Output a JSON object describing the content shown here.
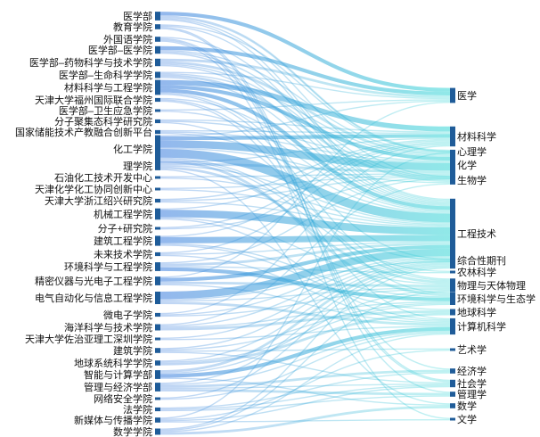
{
  "diagram": {
    "type": "sankey",
    "colors": {
      "node": "#1f5c99",
      "link_from": "#3b7dde",
      "link_to": "#36d6d6"
    },
    "left_nodes": [
      {
        "id": "L0",
        "label": "医学部"
      },
      {
        "id": "L1",
        "label": "教育学院"
      },
      {
        "id": "L2",
        "label": "外国语学院"
      },
      {
        "id": "L3",
        "label": "医学部–医学院"
      },
      {
        "id": "L4",
        "label": "医学部–药物科学与技术学院"
      },
      {
        "id": "L5",
        "label": "医学部–生命科学学院"
      },
      {
        "id": "L6",
        "label": "材料科学与工程学院"
      },
      {
        "id": "L7",
        "label": "天津大学福州国际联合学院"
      },
      {
        "id": "L8",
        "label": "医学部–卫生应急学院"
      },
      {
        "id": "L9",
        "label": "分子聚集态科学研究院"
      },
      {
        "id": "L10",
        "label": "国家储能技术产教融合创新平台"
      },
      {
        "id": "L11",
        "label": "化工学院"
      },
      {
        "id": "L12",
        "label": "理学院"
      },
      {
        "id": "L13",
        "label": "石油化工技术开发中心"
      },
      {
        "id": "L14",
        "label": "天津化学化工协同创新中心"
      },
      {
        "id": "L15",
        "label": "天津大学浙江绍兴研究院"
      },
      {
        "id": "L16",
        "label": "机械工程学院"
      },
      {
        "id": "L17",
        "label": "分子+研究院"
      },
      {
        "id": "L18",
        "label": "建筑工程学院"
      },
      {
        "id": "L19",
        "label": "未来技术学院"
      },
      {
        "id": "L20",
        "label": "环境科学与工程学院"
      },
      {
        "id": "L21",
        "label": "精密仪器与光电子工程学院"
      },
      {
        "id": "L22",
        "label": "电气自动化与信息工程学院"
      },
      {
        "id": "L23",
        "label": "微电子学院"
      },
      {
        "id": "L24",
        "label": "海洋科学与技术学院"
      },
      {
        "id": "L25",
        "label": "天津大学佐治亚理工深圳学院"
      },
      {
        "id": "L26",
        "label": "建筑学院"
      },
      {
        "id": "L27",
        "label": "地球系统科学学院"
      },
      {
        "id": "L28",
        "label": "智能与计算学部"
      },
      {
        "id": "L29",
        "label": "管理与经济学部"
      },
      {
        "id": "L30",
        "label": "网络安全学院"
      },
      {
        "id": "L31",
        "label": "法学院"
      },
      {
        "id": "L32",
        "label": "新媒体与传播学院"
      },
      {
        "id": "L33",
        "label": "数学学院"
      }
    ],
    "right_nodes": [
      {
        "id": "R0",
        "label": "医学"
      },
      {
        "id": "R1",
        "label": "材料科学"
      },
      {
        "id": "R2",
        "label": "心理学"
      },
      {
        "id": "R3",
        "label": "化学"
      },
      {
        "id": "R4",
        "label": "生物学"
      },
      {
        "id": "R5",
        "label": "工程技术"
      },
      {
        "id": "R6",
        "label": "综合性期刊"
      },
      {
        "id": "R7",
        "label": "农林科学"
      },
      {
        "id": "R8",
        "label": "物理与天体物理"
      },
      {
        "id": "R9",
        "label": "环境科学与生态学"
      },
      {
        "id": "R10",
        "label": "地球科学"
      },
      {
        "id": "R11",
        "label": "计算机科学"
      },
      {
        "id": "R12",
        "label": "艺术学"
      },
      {
        "id": "R13",
        "label": "经济学"
      },
      {
        "id": "R14",
        "label": "社会学"
      },
      {
        "id": "R15",
        "label": "管理学"
      },
      {
        "id": "R16",
        "label": "数学"
      },
      {
        "id": "R17",
        "label": "文学"
      }
    ],
    "links": [
      [
        "L0",
        "R0",
        3
      ],
      [
        "L0",
        "R4",
        1
      ],
      [
        "L0",
        "R2",
        1
      ],
      [
        "L0",
        "R3",
        1
      ],
      [
        "L0",
        "R5",
        1
      ],
      [
        "L1",
        "R2",
        1
      ],
      [
        "L1",
        "R14",
        1
      ],
      [
        "L1",
        "R15",
        1
      ],
      [
        "L1",
        "R5",
        1
      ],
      [
        "L2",
        "R17",
        1
      ],
      [
        "L2",
        "R14",
        1
      ],
      [
        "L2",
        "R5",
        1
      ],
      [
        "L2",
        "R13",
        1
      ],
      [
        "L3",
        "R0",
        3
      ],
      [
        "L3",
        "R4",
        1
      ],
      [
        "L3",
        "R3",
        1
      ],
      [
        "L3",
        "R5",
        1
      ],
      [
        "L4",
        "R0",
        2
      ],
      [
        "L4",
        "R3",
        2
      ],
      [
        "L4",
        "R4",
        1
      ],
      [
        "L4",
        "R5",
        1
      ],
      [
        "L5",
        "R4",
        2
      ],
      [
        "L5",
        "R0",
        1
      ],
      [
        "L5",
        "R3",
        1
      ],
      [
        "L5",
        "R5",
        1
      ],
      [
        "L6",
        "R1",
        4
      ],
      [
        "L6",
        "R5",
        3
      ],
      [
        "L6",
        "R3",
        3
      ],
      [
        "L6",
        "R8",
        1
      ],
      [
        "L6",
        "R6",
        1
      ],
      [
        "L7",
        "R5",
        1
      ],
      [
        "L7",
        "R9",
        1
      ],
      [
        "L7",
        "R11",
        1
      ],
      [
        "L8",
        "R0",
        1
      ],
      [
        "L8",
        "R5",
        1
      ],
      [
        "L9",
        "R3",
        1
      ],
      [
        "L9",
        "R1",
        1
      ],
      [
        "L9",
        "R8",
        1
      ],
      [
        "L10",
        "R5",
        1
      ],
      [
        "L10",
        "R1",
        1
      ],
      [
        "L10",
        "R3",
        1
      ],
      [
        "L11",
        "R5",
        7
      ],
      [
        "L11",
        "R3",
        6
      ],
      [
        "L11",
        "R1",
        3
      ],
      [
        "L11",
        "R9",
        2
      ],
      [
        "L11",
        "R6",
        1
      ],
      [
        "L11",
        "R0",
        1
      ],
      [
        "L11",
        "R4",
        1
      ],
      [
        "L11",
        "R7",
        1
      ],
      [
        "L12",
        "R3",
        2
      ],
      [
        "L12",
        "R8",
        2
      ],
      [
        "L12",
        "R1",
        1
      ],
      [
        "L12",
        "R5",
        1
      ],
      [
        "L12",
        "R16",
        1
      ],
      [
        "L13",
        "R5",
        1
      ],
      [
        "L13",
        "R3",
        1
      ],
      [
        "L14",
        "R3",
        1
      ],
      [
        "L14",
        "R5",
        1
      ],
      [
        "L15",
        "R5",
        1
      ],
      [
        "L15",
        "R3",
        1
      ],
      [
        "L15",
        "R1",
        1
      ],
      [
        "L16",
        "R5",
        6
      ],
      [
        "L16",
        "R1",
        1
      ],
      [
        "L16",
        "R8",
        1
      ],
      [
        "L16",
        "R11",
        1
      ],
      [
        "L17",
        "R3",
        1
      ],
      [
        "L17",
        "R1",
        1
      ],
      [
        "L18",
        "R5",
        5
      ],
      [
        "L18",
        "R10",
        1
      ],
      [
        "L18",
        "R9",
        1
      ],
      [
        "L18",
        "R1",
        1
      ],
      [
        "L19",
        "R5",
        1
      ],
      [
        "L19",
        "R11",
        1
      ],
      [
        "L19",
        "R1",
        1
      ],
      [
        "L20",
        "R9",
        3
      ],
      [
        "L20",
        "R5",
        2
      ],
      [
        "L20",
        "R3",
        1
      ],
      [
        "L20",
        "R7",
        1
      ],
      [
        "L21",
        "R5",
        3
      ],
      [
        "L21",
        "R8",
        2
      ],
      [
        "L21",
        "R11",
        1
      ],
      [
        "L21",
        "R0",
        1
      ],
      [
        "L22",
        "R5",
        6
      ],
      [
        "L22",
        "R11",
        2
      ],
      [
        "L22",
        "R8",
        1
      ],
      [
        "L22",
        "R6",
        1
      ],
      [
        "L23",
        "R5",
        1
      ],
      [
        "L23",
        "R8",
        1
      ],
      [
        "L23",
        "R1",
        1
      ],
      [
        "L24",
        "R10",
        2
      ],
      [
        "L24",
        "R5",
        1
      ],
      [
        "L24",
        "R9",
        1
      ],
      [
        "L24",
        "R4",
        1
      ],
      [
        "L25",
        "R5",
        1
      ],
      [
        "L25",
        "R11",
        1
      ],
      [
        "L26",
        "R12",
        1
      ],
      [
        "L26",
        "R5",
        1
      ],
      [
        "L26",
        "R14",
        1
      ],
      [
        "L26",
        "R9",
        1
      ],
      [
        "L27",
        "R10",
        2
      ],
      [
        "L27",
        "R9",
        1
      ],
      [
        "L27",
        "R5",
        1
      ],
      [
        "L28",
        "R11",
        3
      ],
      [
        "L28",
        "R5",
        2
      ],
      [
        "L28",
        "R16",
        1
      ],
      [
        "L28",
        "R8",
        1
      ],
      [
        "L29",
        "R15",
        2
      ],
      [
        "L29",
        "R13",
        2
      ],
      [
        "L29",
        "R5",
        1
      ],
      [
        "L29",
        "R14",
        1
      ],
      [
        "L29",
        "R11",
        1
      ],
      [
        "L30",
        "R11",
        1
      ],
      [
        "L30",
        "R5",
        1
      ],
      [
        "L31",
        "R14",
        1
      ],
      [
        "L31",
        "R15",
        1
      ],
      [
        "L31",
        "R13",
        1
      ],
      [
        "L32",
        "R14",
        1
      ],
      [
        "L32",
        "R17",
        1
      ],
      [
        "L32",
        "R12",
        1
      ],
      [
        "L32",
        "R2",
        1
      ],
      [
        "L33",
        "R16",
        2
      ],
      [
        "L33",
        "R11",
        1
      ],
      [
        "L33",
        "R8",
        1
      ],
      [
        "L33",
        "R5",
        1
      ]
    ]
  }
}
